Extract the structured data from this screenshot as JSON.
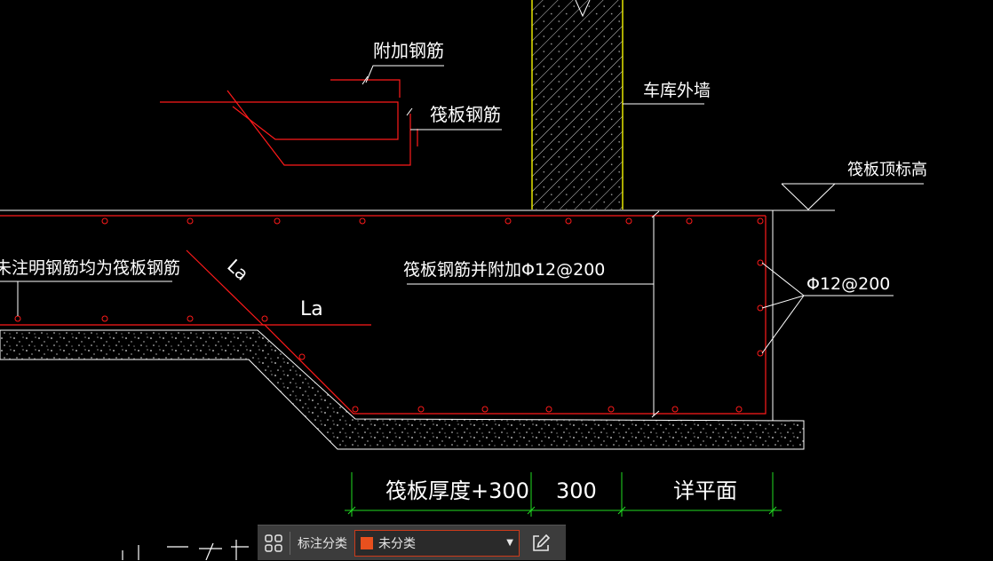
{
  "labels": {
    "additional_rebar": "附加钢筋",
    "raft_rebar": "筏板钢筋",
    "garage_wall": "车库外墙",
    "raft_top_elev": "筏板顶标高",
    "unlabeled_note": "未注明钢筋均为筏板钢筋",
    "raft_plus_add": "筏板钢筋并附加Φ12@200",
    "phi_spacing": "Φ12@200",
    "la_diag": "La",
    "la": "La",
    "dim_thickness": "筏板厚度+300",
    "dim_300": "300",
    "dim_detail": "详平面"
  },
  "toolbar": {
    "grid_icon": "grid-icon",
    "label": "标注分类",
    "category_value": "未分类",
    "category_color": "#e8501e",
    "edit_icon": "edit-icon"
  },
  "colors": {
    "rebar": "#ff1a1a",
    "dimension": "#22dd22",
    "wall_edge": "#e6e600",
    "leader": "#ffffff"
  }
}
